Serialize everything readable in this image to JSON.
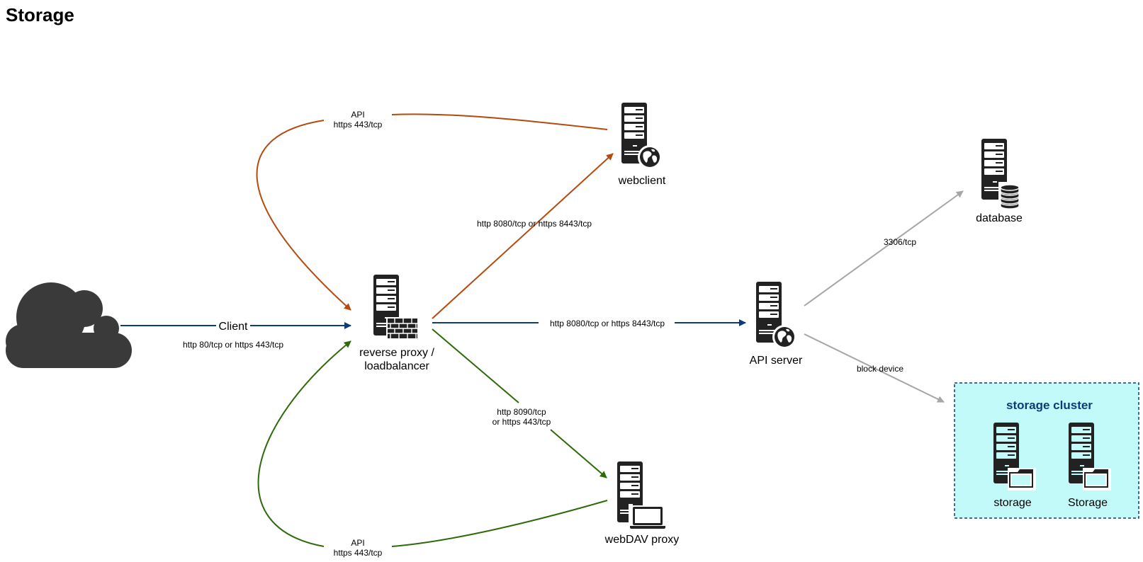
{
  "title": "Storage",
  "colors": {
    "orange": "#B54A0F",
    "blue": "#0D3B7A",
    "green": "#2D6A0A",
    "gray": "#A6A6A6",
    "icon": "#222222",
    "cluster_fill": "#C2FAFA",
    "cluster_title": "#0D3B7A"
  },
  "nodes": {
    "internet": {
      "icon": "cloud-icon"
    },
    "reverse_proxy": {
      "label_line1": "reverse proxy /",
      "label_line2": "loadbalancer",
      "icon": "firewall-server-icon"
    },
    "webclient": {
      "label": "webclient",
      "icon": "web-server-icon"
    },
    "webdav_proxy": {
      "label": "webDAV proxy",
      "icon": "laptop-server-icon"
    },
    "api_server": {
      "label": "API server",
      "icon": "web-server-icon"
    },
    "database": {
      "label": "database",
      "icon": "database-server-icon"
    },
    "storage_cluster": {
      "title": "storage cluster",
      "nodes": [
        {
          "label": "storage",
          "icon": "file-server-icon"
        },
        {
          "label": "Storage",
          "icon": "file-server-icon"
        }
      ]
    }
  },
  "connections": {
    "client": {
      "name": "Client",
      "protocol": "http 80/tcp or https 443/tcp"
    },
    "api_top": {
      "line1": "API",
      "line2": "https 443/tcp"
    },
    "api_bottom": {
      "line1": "API",
      "line2": "https 443/tcp"
    },
    "to_webclient": {
      "label": "http 8080/tcp or https 8443/tcp"
    },
    "to_api": {
      "label": "http 8080/tcp or https 8443/tcp"
    },
    "to_webdav": {
      "line1": "http 8090/tcp",
      "line2": "or https 443/tcp"
    },
    "to_database": {
      "label": "3306/tcp"
    },
    "to_storage": {
      "label": "block device"
    }
  }
}
